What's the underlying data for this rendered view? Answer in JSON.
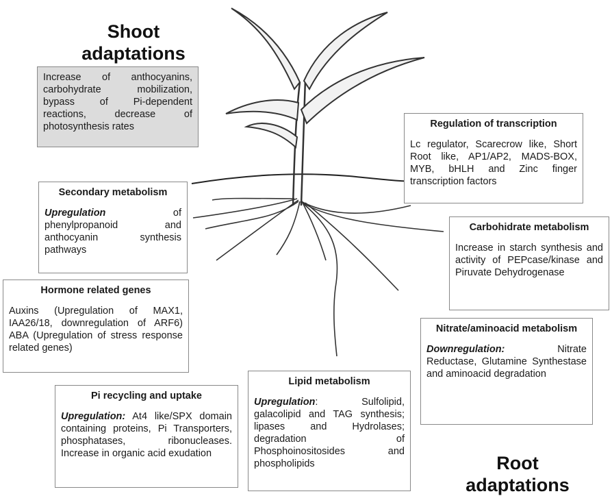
{
  "shoot_heading": [
    "Shoot",
    "adaptations"
  ],
  "root_heading": [
    "Root",
    "adaptations"
  ],
  "shoot_box": "Increase of anthocyanins, carbohydrate mobilization, bypass of Pi-dependent reactions, decrease of photosynthesis rates",
  "boxes": {
    "transcription": {
      "title": "Regulation of transcription",
      "body": "Lc regulator, Scarecrow like, Short Root like, AP1/AP2, MADS-BOX, MYB, bHLH and Zinc finger transcription factors"
    },
    "secondary": {
      "title": "Secondary metabolism",
      "em": "Upregulation",
      "body": " of phenylpropanoid and anthocyanin synthesis pathways"
    },
    "carbohydrate": {
      "title": "Carbohidrate metabolism",
      "body": "Increase in starch synthesis and activity of PEPcase/kinase and Piruvate Dehydrogenase"
    },
    "hormone": {
      "title": "Hormone related genes",
      "body": "Auxins (Upregulation of MAX1, IAA26/18, downregulation of ARF6) ABA (Upregulation of stress response related genes)"
    },
    "nitrate": {
      "title": "Nitrate/aminoacid metabolism",
      "em": "Downregulation:",
      "body": " Nitrate Reductase, Glutamine Synthestase and aminoacid degradation"
    },
    "lipid": {
      "title": "Lipid metabolism",
      "em": "Upregulation",
      "body": ": Sulfolipid, galacolipid and TAG synthesis; lipases and Hydrolases; degradation of Phosphoinositosides and phospholipids"
    },
    "pi": {
      "title": "Pi recycling and uptake",
      "em": "Upregulation:",
      "body": " At4 like/SPX domain containing proteins, Pi Transporters, phosphatases, ribonucleases. Increase in organic acid exudation"
    }
  }
}
